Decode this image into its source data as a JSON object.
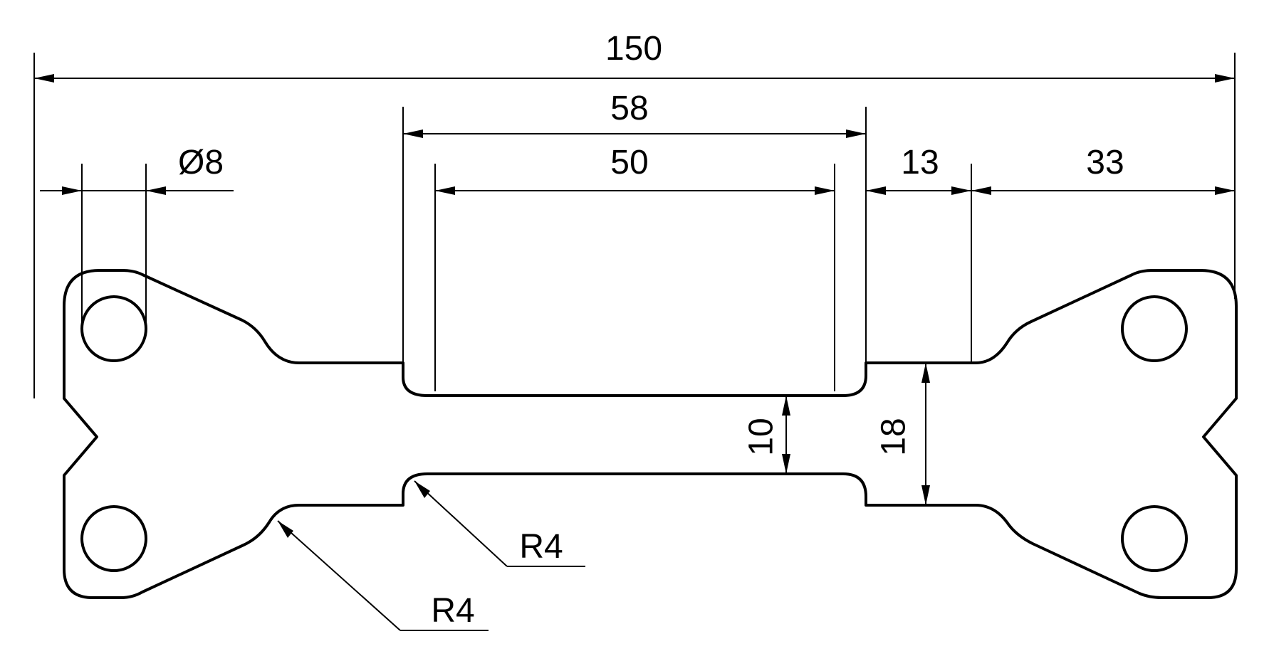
{
  "drawing": {
    "colors": {
      "line": "#000000",
      "background": "#ffffff"
    },
    "dimensions": {
      "overall_length": "150",
      "outer_pocket_width": "58",
      "inner_pocket_width": "50",
      "hole_diameter": "Ø8",
      "shoulder_length": "13",
      "end_length": "33",
      "gauge_thickness": "10",
      "shoulder_thickness": "18",
      "fillet_radius_upper": "R4",
      "fillet_radius_lower": "R4"
    }
  }
}
